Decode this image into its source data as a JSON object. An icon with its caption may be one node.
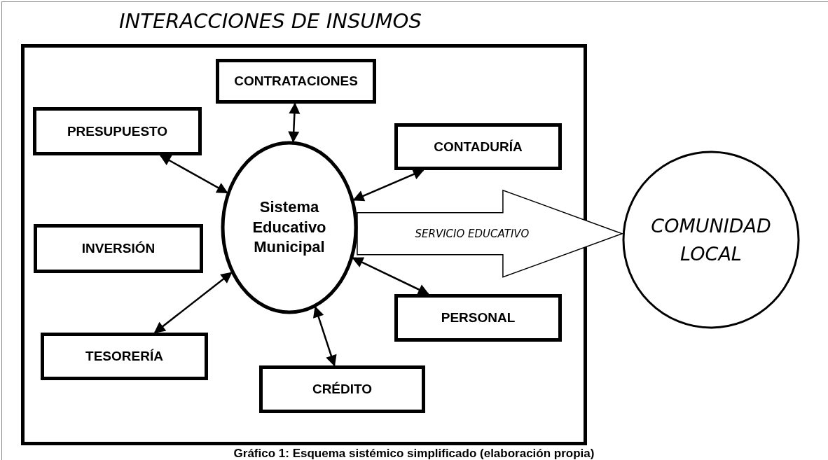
{
  "diagram": {
    "title": "INTERACCIONES DE INSUMOS",
    "caption": "Gráfico 1: Esquema sistémico simplificado (elaboración propia)",
    "nodes": [
      {
        "text": [],
        "shape": "box"
      },
      {
        "text": [
          "CONTRATACIONES"
        ],
        "in": 0
      },
      {
        "text": [
          "PRESUPUESTO"
        ],
        "in": 0
      },
      {
        "text": [
          "CONTADURÍA"
        ],
        "in": 0
      },
      {
        "text": [
          "Sistema Educativo Municipal"
        ],
        "in": 0
      },
      {
        "text": [
          "INVERSIÓN"
        ],
        "in": 0
      },
      {
        "text": [
          "TESORERÍA"
        ],
        "in": 0
      },
      {
        "text": [
          "PERSONAL"
        ],
        "in": 0
      },
      {
        "text": [
          "CRÉDITO"
        ],
        "in": 0
      },
      {
        "text": [
          "COMUNIDAD LOCAL"
        ]
      }
    ],
    "edges": [
      {
        "from": 1,
        "to": 4,
        "arrow": "both"
      },
      {
        "from": 2,
        "to": 4,
        "arrow": "both"
      },
      {
        "from": 3,
        "to": 4,
        "arrow": "both"
      },
      {
        "from": 6,
        "to": 4,
        "arrow": "both"
      },
      {
        "from": 7,
        "to": 4,
        "arrow": "both"
      },
      {
        "from": 8,
        "to": 4,
        "arrow": "both"
      },
      {
        "from": 4,
        "to": 9,
        "arrow": "to",
        "label": "SERVICIO EDUCATIVO",
        "style": "thick"
      }
    ]
  }
}
